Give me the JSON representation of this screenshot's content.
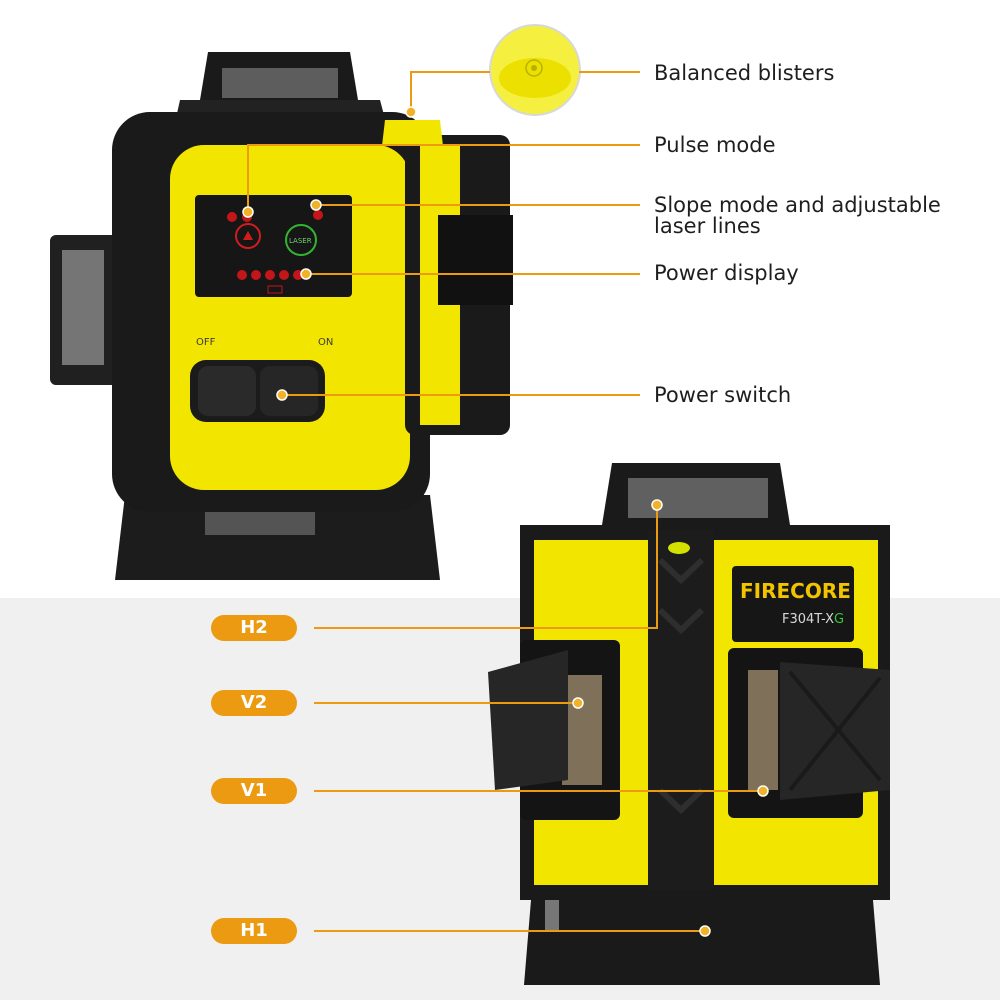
{
  "callouts_top": [
    {
      "id": "balanced-blisters",
      "text": "Balanced blisters"
    },
    {
      "id": "pulse-mode",
      "text": "Pulse mode"
    },
    {
      "id": "slope-mode",
      "text": "Slope mode and adjustable\nlaser lines"
    },
    {
      "id": "power-display",
      "text": "Power display"
    },
    {
      "id": "power-switch",
      "text": "Power switch"
    }
  ],
  "callouts_bottom": [
    {
      "id": "h2",
      "text": "H2"
    },
    {
      "id": "v2",
      "text": "V2"
    },
    {
      "id": "v1",
      "text": "V1"
    },
    {
      "id": "h1",
      "text": "H1"
    }
  ],
  "device": {
    "brand": "FIRECORE",
    "model_prefix": "F304T-X",
    "model_suffix": "G",
    "switch_off": "OFF",
    "switch_on": "ON",
    "laser_button": "LASER"
  },
  "colors": {
    "accent": "#eb9a12",
    "body_yellow": "#f2e600",
    "body_black": "#1a1a1a",
    "background_lower": "#f0f0f0"
  }
}
